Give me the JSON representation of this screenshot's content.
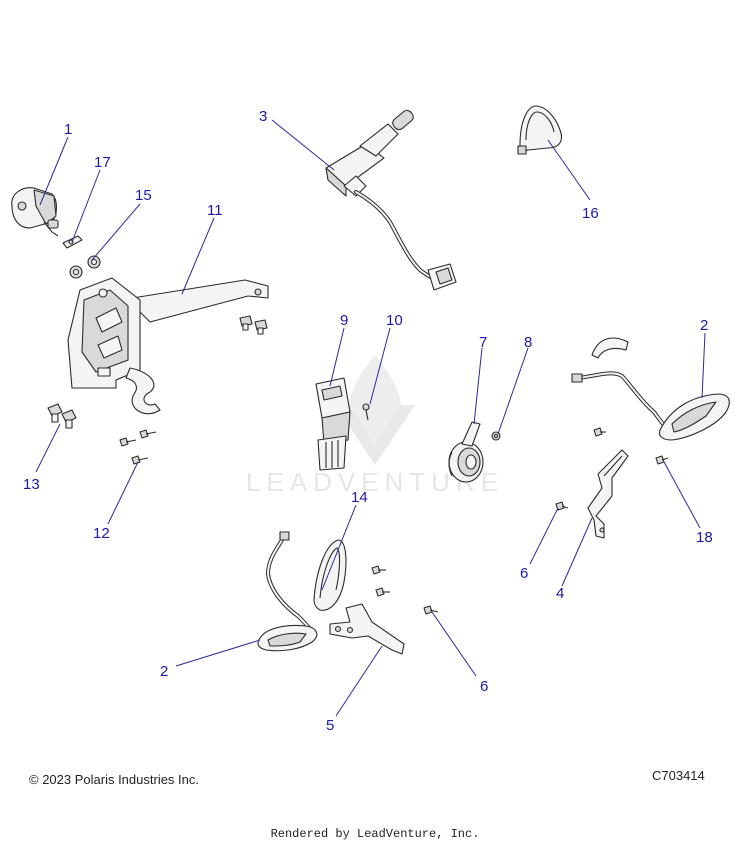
{
  "watermark": {
    "text": "LEADVENTURE"
  },
  "callouts": [
    {
      "id": "c1",
      "label": "1"
    },
    {
      "id": "c17",
      "label": "17"
    },
    {
      "id": "c15",
      "label": "15"
    },
    {
      "id": "c11",
      "label": "11"
    },
    {
      "id": "c3",
      "label": "3"
    },
    {
      "id": "c16",
      "label": "16"
    },
    {
      "id": "c2a",
      "label": "2"
    },
    {
      "id": "c9",
      "label": "9"
    },
    {
      "id": "c10",
      "label": "10"
    },
    {
      "id": "c7",
      "label": "7"
    },
    {
      "id": "c8",
      "label": "8"
    },
    {
      "id": "c13",
      "label": "13"
    },
    {
      "id": "c12",
      "label": "12"
    },
    {
      "id": "c14",
      "label": "14"
    },
    {
      "id": "c18",
      "label": "18"
    },
    {
      "id": "c6a",
      "label": "6"
    },
    {
      "id": "c4",
      "label": "4"
    },
    {
      "id": "c2b",
      "label": "2"
    },
    {
      "id": "c6b",
      "label": "6"
    },
    {
      "id": "c5",
      "label": "5"
    }
  ],
  "footer": {
    "copyright": "© 2023 Polaris Industries Inc.",
    "diagram_code": "C703414",
    "rendered_by": "Rendered by LeadVenture, Inc."
  }
}
